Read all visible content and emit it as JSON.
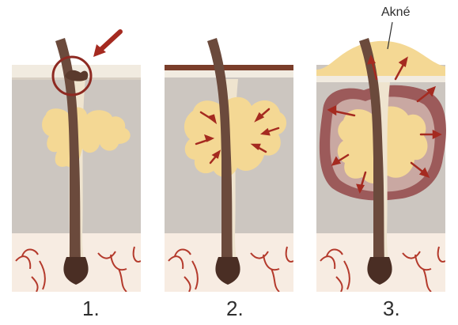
{
  "labels": {
    "annotation": "Akné",
    "steps": [
      "1.",
      "2.",
      "3."
    ]
  },
  "colors": {
    "skin_base": "#ccc6c0",
    "skin_light": "#f1ebe0",
    "sebum": "#f4d894",
    "hair": "#6b4a3c",
    "hair_dark": "#4a2e24",
    "arrow": "#a52a20",
    "vessel": "#b43a2c",
    "inflammation": "#9c5a5a",
    "text": "#2e2e2e"
  }
}
